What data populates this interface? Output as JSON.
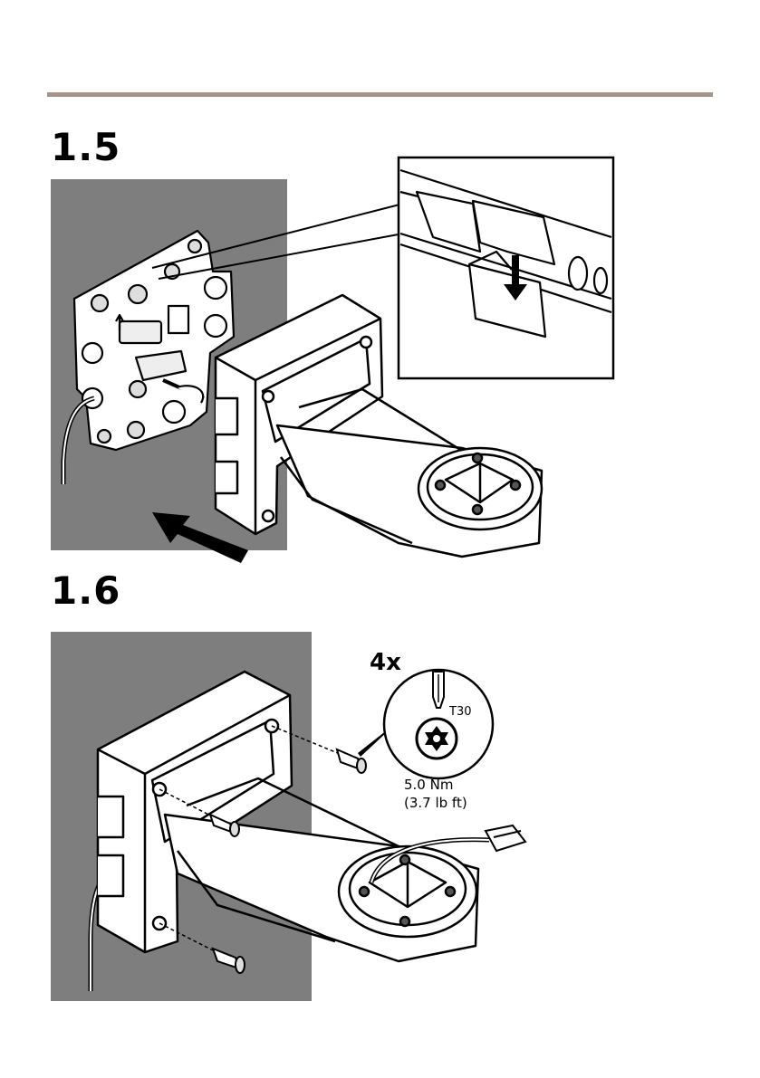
{
  "steps": [
    {
      "number": "1.5"
    },
    {
      "number": "1.6",
      "quantity": "4x",
      "tool": "T30",
      "torque_nm": "5.0 Nm",
      "torque_lbft": "(3.7 lb ft)"
    }
  ],
  "colors": {
    "rule": "#a4968b",
    "wall": "#7e7e7e",
    "line": "#000000",
    "mount": "#ffffff"
  },
  "icons": [
    "arrow-icon",
    "torx-icon",
    "screwdriver-icon"
  ]
}
